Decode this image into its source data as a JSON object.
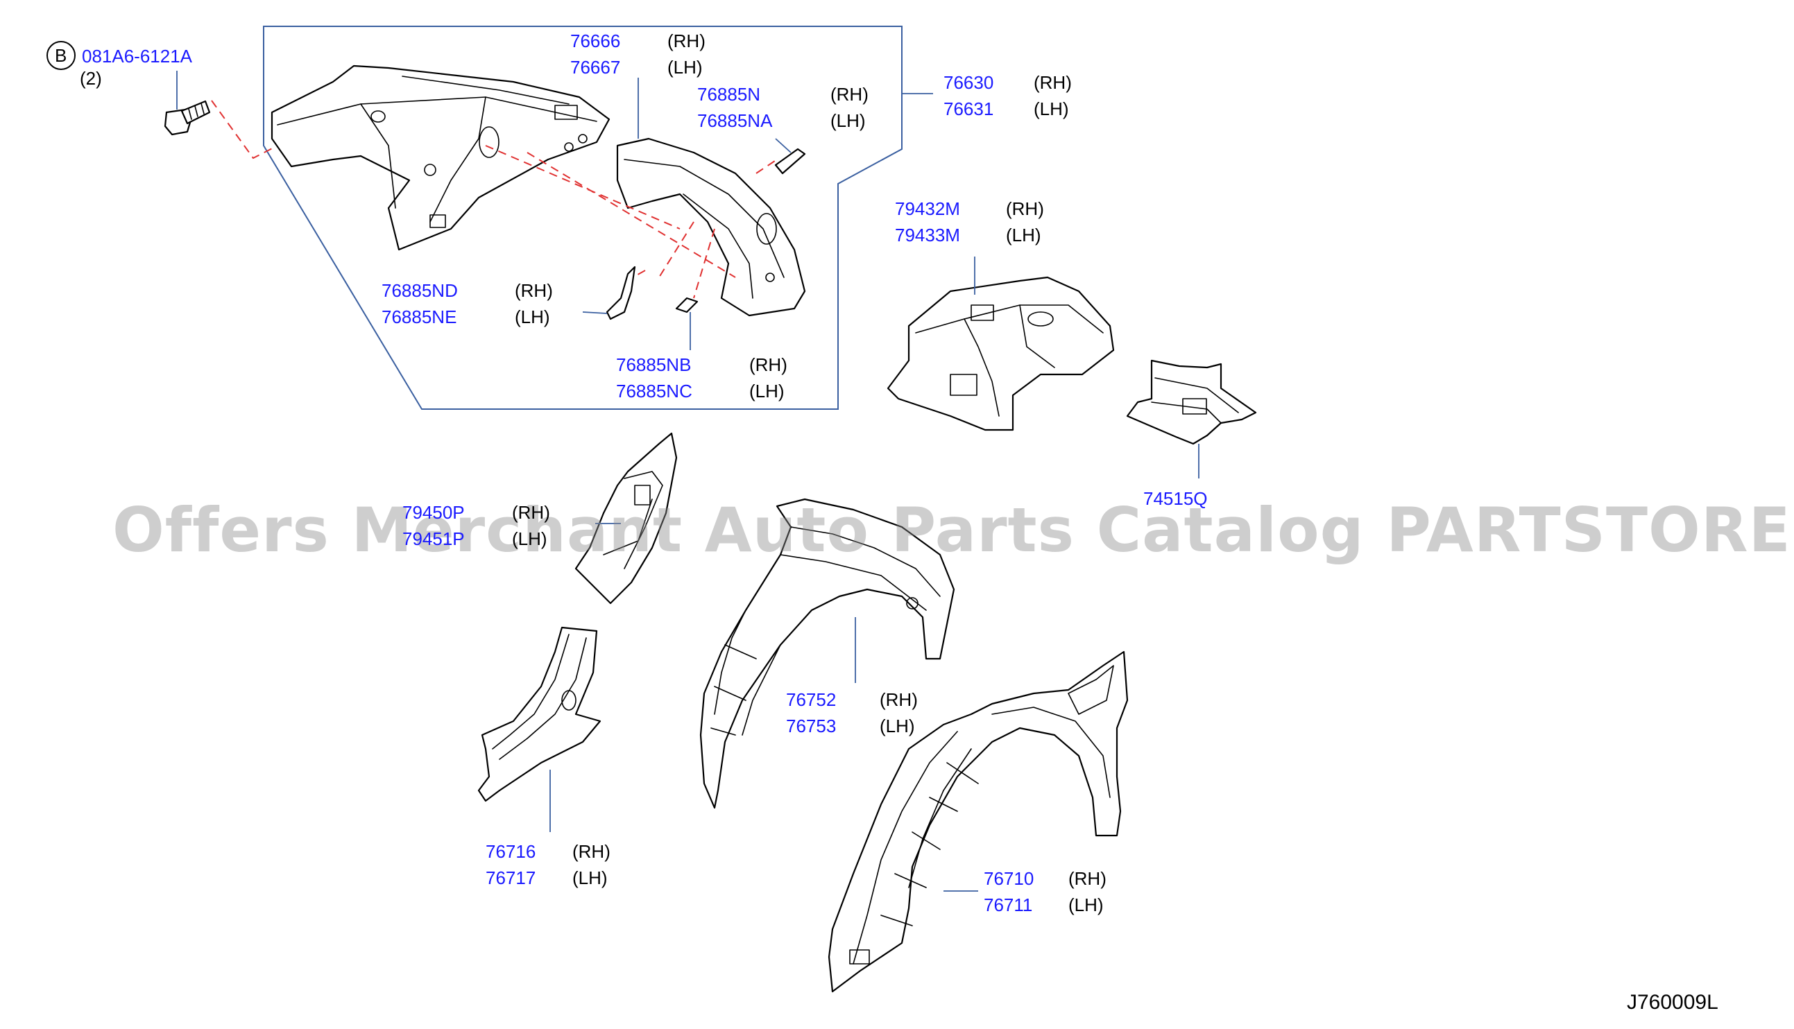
{
  "bolt": {
    "marker": "B",
    "part_no": "081A6-6121A",
    "qty": "(2)"
  },
  "callouts": {
    "c76666": {
      "a": "76666",
      "a_side": "(RH)",
      "b": "76667",
      "b_side": "(LH)"
    },
    "c76885N": {
      "a": "76885N",
      "a_side": "(RH)",
      "b": "76885NA",
      "b_side": "(LH)"
    },
    "c76630": {
      "a": "76630",
      "a_side": "(RH)",
      "b": "76631",
      "b_side": "(LH)"
    },
    "c76885ND": {
      "a": "76885ND",
      "a_side": "(RH)",
      "b": "76885NE",
      "b_side": "(LH)"
    },
    "c76885NB": {
      "a": "76885NB",
      "a_side": "(RH)",
      "b": "76885NC",
      "b_side": "(LH)"
    },
    "c79432M": {
      "a": "79432M",
      "a_side": "(RH)",
      "b": "79433M",
      "b_side": "(LH)"
    },
    "c74515Q": {
      "a": "74515Q"
    },
    "c79450P": {
      "a": "79450P",
      "a_side": "(RH)",
      "b": "79451P",
      "b_side": "(LH)"
    },
    "c76752": {
      "a": "76752",
      "a_side": "(RH)",
      "b": "76753",
      "b_side": "(LH)"
    },
    "c76716": {
      "a": "76716",
      "a_side": "(RH)",
      "b": "76717",
      "b_side": "(LH)"
    },
    "c76710": {
      "a": "76710",
      "a_side": "(RH)",
      "b": "76711",
      "b_side": "(LH)"
    }
  },
  "diagram_code": "J760009L",
  "watermark": "Offers Merchant Auto Parts Catalog PARTSTORE.SA",
  "colors": {
    "part_number": "#1a1aff",
    "leader": "#3a5fa0",
    "dashed": "#e03030",
    "outline": "#000000"
  }
}
